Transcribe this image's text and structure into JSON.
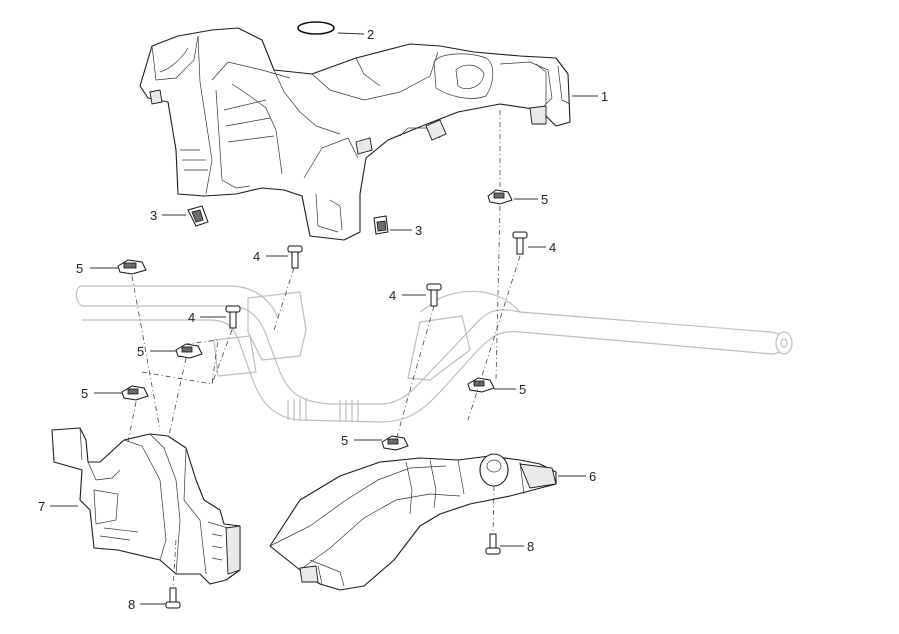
{
  "callouts": [
    {
      "id": "c1",
      "label": "1"
    },
    {
      "id": "c2",
      "label": "2"
    },
    {
      "id": "c3a",
      "label": "3"
    },
    {
      "id": "c3b",
      "label": "3"
    },
    {
      "id": "c4a",
      "label": "4"
    },
    {
      "id": "c4b",
      "label": "4"
    },
    {
      "id": "c4c",
      "label": "4"
    },
    {
      "id": "c4d",
      "label": "4"
    },
    {
      "id": "c5a",
      "label": "5"
    },
    {
      "id": "c5b",
      "label": "5"
    },
    {
      "id": "c5c",
      "label": "5"
    },
    {
      "id": "c5d",
      "label": "5"
    },
    {
      "id": "c5e",
      "label": "5"
    },
    {
      "id": "c5f",
      "label": "5"
    },
    {
      "id": "c6",
      "label": "6"
    },
    {
      "id": "c7",
      "label": "7"
    },
    {
      "id": "c8a",
      "label": "8"
    },
    {
      "id": "c8b",
      "label": "8"
    }
  ],
  "colors": {
    "line": "#1a1a1a",
    "ghost": "#bdbdbd",
    "background": "#ffffff"
  }
}
